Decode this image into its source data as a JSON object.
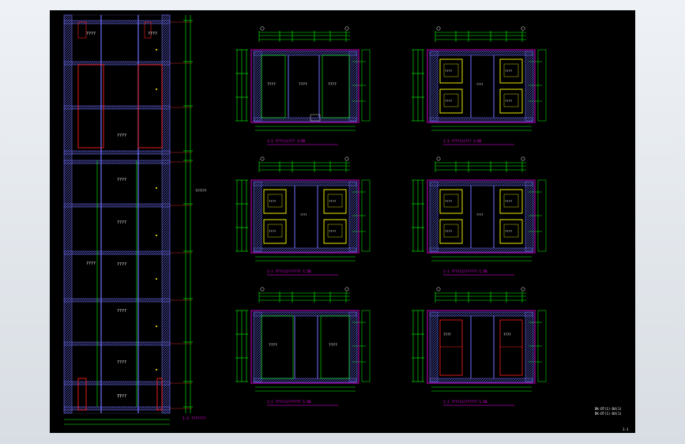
{
  "colors": {
    "background": "#000000",
    "wall_hatch": "#7070ff",
    "dimension": "#00ff00",
    "title": "#ff00ff",
    "accent_red": "#ff2020",
    "cabin": "#ffff00",
    "text": "#ffffff"
  },
  "section": {
    "room_labels": [
      "????",
      "????",
      "????",
      "????",
      "????",
      "????",
      "????",
      "????",
      "????",
      "????",
      "??"
    ],
    "title": "1-1 ???????",
    "side_note": "??????"
  },
  "plans": [
    {
      "title": "1-1 ????(1)??? 1:50"
    },
    {
      "title": "1-1 ????(1)??? 1:50"
    },
    {
      "title": "1-1 ????(1)?????? 1:50"
    },
    {
      "title": "1-1 ????(1)?????? 1:50"
    },
    {
      "title": "1-1 ????(1)?????? 1:50"
    },
    {
      "title": "1-1 ????(1)?????? 1:50"
    }
  ],
  "plan_room_label": "????",
  "legend": [
    "DK-DT(1)-D4(1)",
    "DK-DT(1)-D4(1)"
  ],
  "sheet_number": "1-1"
}
